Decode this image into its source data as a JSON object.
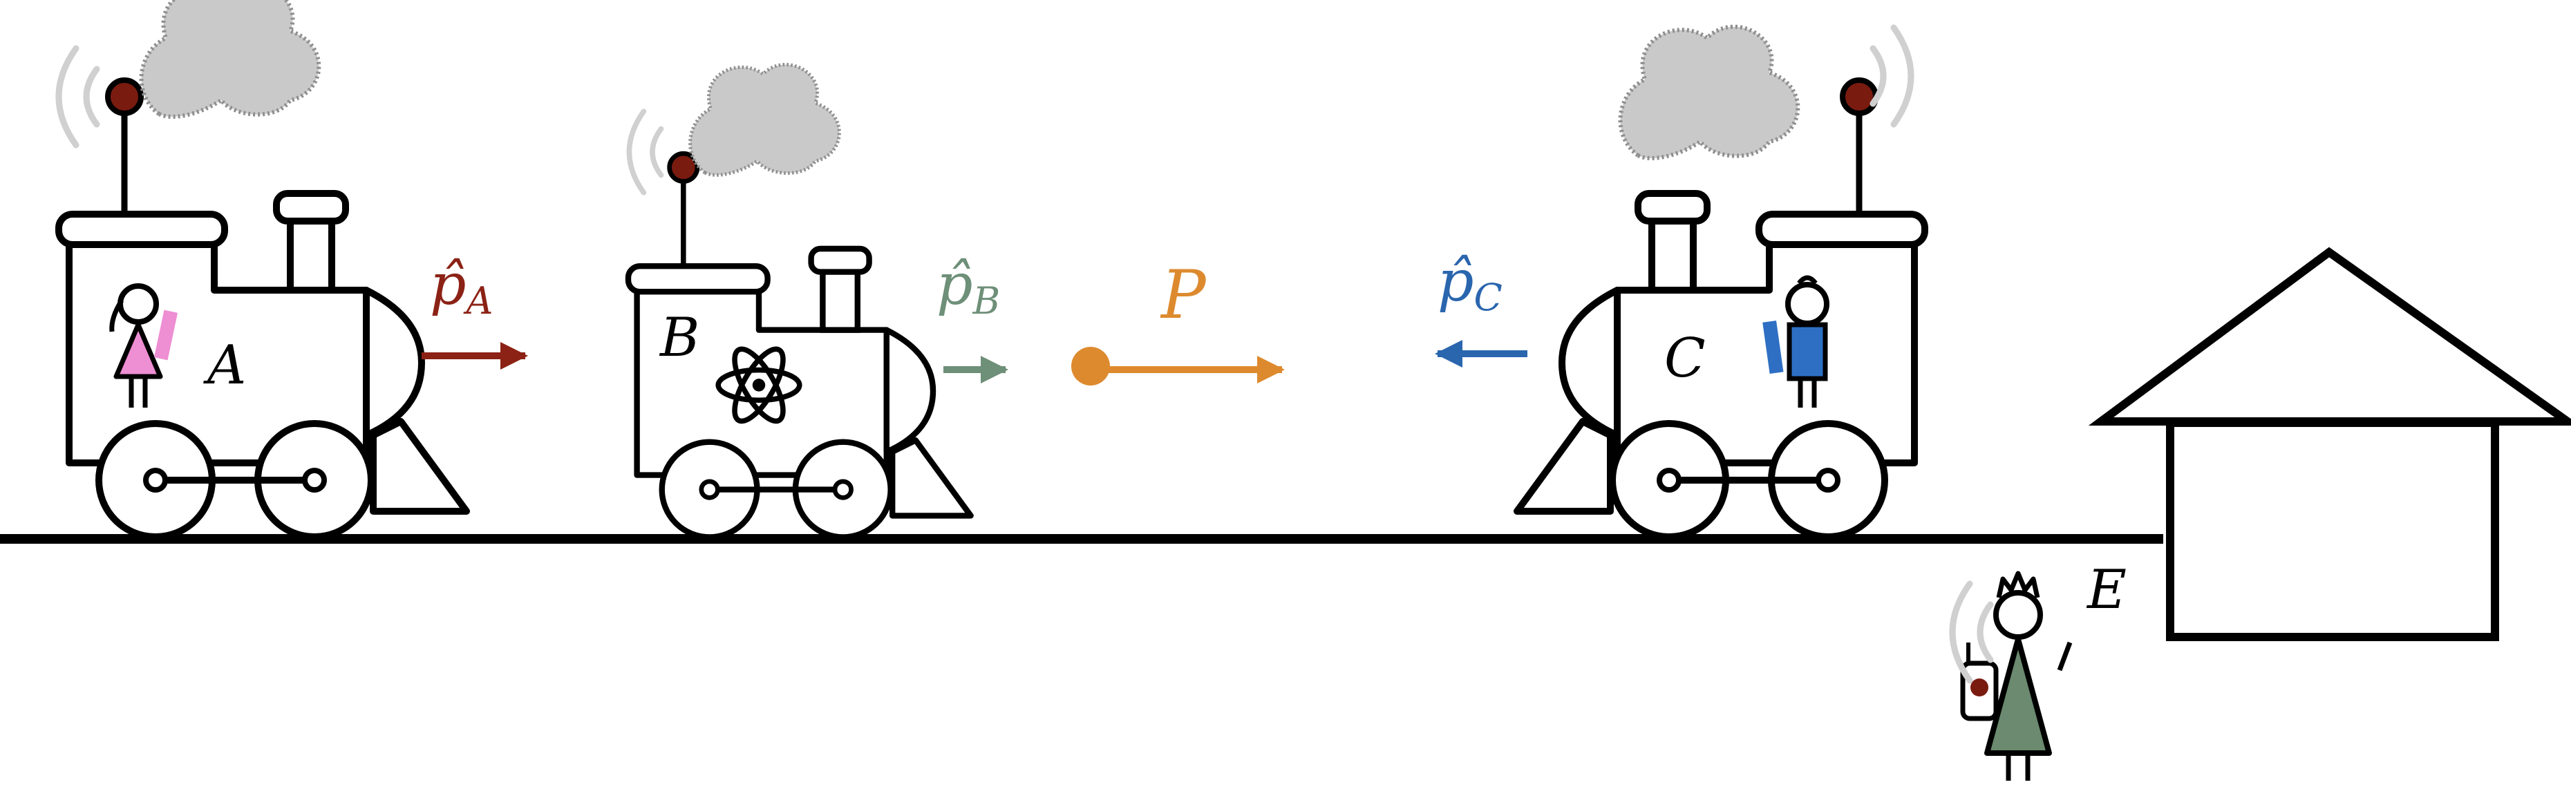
{
  "colors": {
    "line": "#000000",
    "red_arrow": "#8b2215",
    "green_arrow": "#6e8f78",
    "orange": "#dd8a2e",
    "blue": "#2a66ae",
    "smoke": "#c9c9c9",
    "signal": "#d0d0d0",
    "pink": "#ee8ed3",
    "blue_body": "#2e6fc4",
    "green_body": "#6b8a6f",
    "lamp": "#7a1b10"
  },
  "labels": {
    "train_a": "A",
    "train_b": "B",
    "train_c": "C",
    "observer_e": "E",
    "momentum_a": {
      "base": "p̂",
      "sub": "A"
    },
    "momentum_b": {
      "base": "p̂",
      "sub": "B"
    },
    "momentum_c": {
      "base": "p̂",
      "sub": "C"
    },
    "photon": "P"
  },
  "icons": [
    "smoke-icon",
    "antenna-lamp-icon",
    "signal-waves-icon",
    "atom-icon",
    "ruler-icon",
    "radio-icon",
    "house-icon"
  ]
}
